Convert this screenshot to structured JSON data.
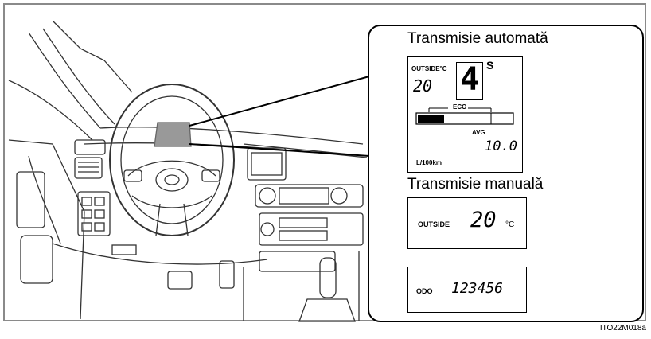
{
  "callout": {
    "automatic": {
      "title": "Transmisie automată",
      "outside_label": "OUTSIDE°C",
      "temperature": "20",
      "gear": "4",
      "gear_mode": "S",
      "eco_label": "ECO",
      "eco_level": 0.28,
      "avg_label": "AVG",
      "consumption": "10.0",
      "consumption_unit": "L/100km"
    },
    "manual": {
      "title": "Transmisie manuală",
      "outside_label": "OUTSIDE",
      "temperature": "20",
      "temp_unit": "°C",
      "odo_label": "ODO",
      "odometer": "123456"
    }
  },
  "caption": "ITO22M018a"
}
